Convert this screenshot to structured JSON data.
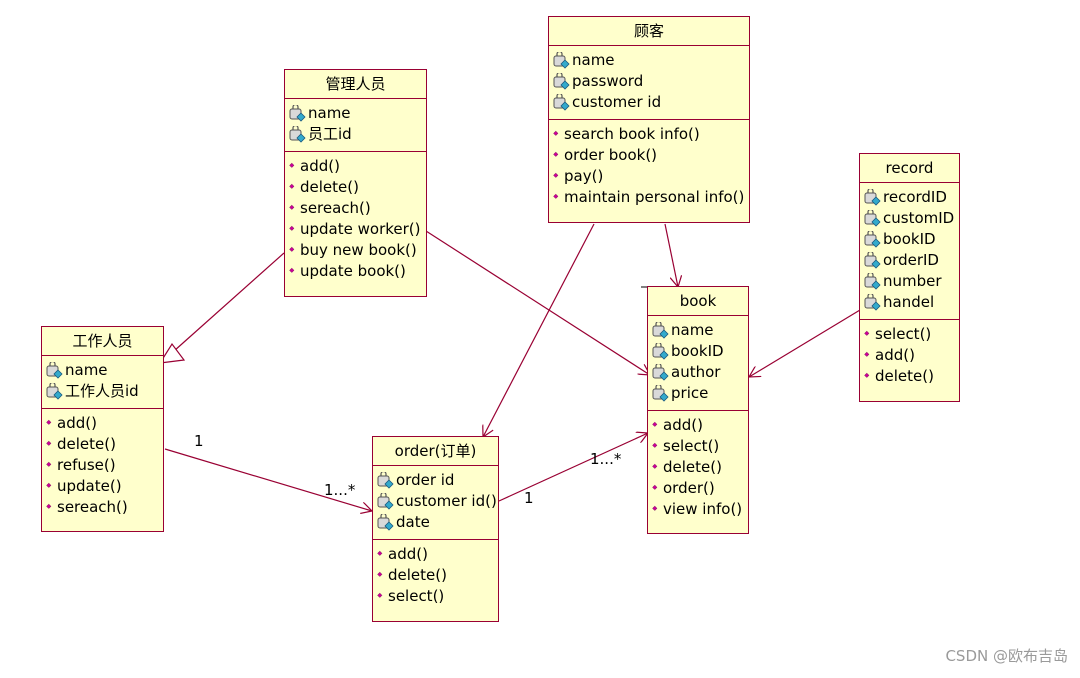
{
  "classes": {
    "manager": {
      "name": "管理人员",
      "attributes": [
        "name",
        "员工id"
      ],
      "methods": [
        "add()",
        "delete()",
        "sereach()",
        "update worker()",
        "buy new book()",
        "update book()"
      ]
    },
    "customer": {
      "name": "顾客",
      "attributes": [
        "name",
        "password",
        "customer id"
      ],
      "methods": [
        "search book info()",
        "order book()",
        "pay()",
        "maintain personal info()"
      ]
    },
    "record": {
      "name": "record",
      "attributes": [
        "recordID",
        "customID",
        "bookID",
        "orderID",
        "number",
        "handel"
      ],
      "methods": [
        "select()",
        "add()",
        "delete()"
      ]
    },
    "worker": {
      "name": "工作人员",
      "attributes": [
        "name",
        "工作人员id"
      ],
      "methods": [
        "add()",
        "delete()",
        "refuse()",
        "update()",
        "sereach()"
      ]
    },
    "order": {
      "name": "order(订单)",
      "attributes": [
        "order id",
        "customer id()",
        "date"
      ],
      "methods": [
        "add()",
        "delete()",
        "select()"
      ]
    },
    "book": {
      "name": "book",
      "attributes": [
        "name",
        "bookID",
        "author",
        "price"
      ],
      "methods": [
        "add()",
        "select()",
        "delete()",
        "order()",
        "view info()"
      ]
    }
  },
  "multiplicities": {
    "worker_order_source": "1",
    "worker_order_target": "1...*",
    "order_book_source": "1",
    "order_book_target": "1...*"
  },
  "watermark": "CSDN @欧布吉岛",
  "colors": {
    "class_fill": "#ffffcc",
    "border": "#990033",
    "method_icon": "#cc0099",
    "attribute_icon_key": "#33aacc"
  }
}
